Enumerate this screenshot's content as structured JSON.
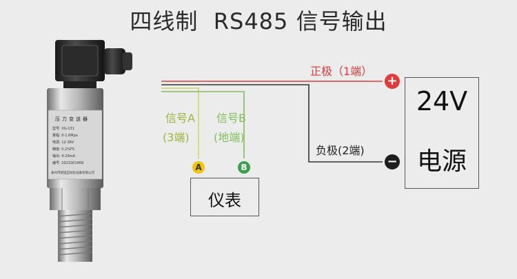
{
  "title": "四线制  RS485 信号输出",
  "wiring": {
    "positive_label": "正极（1端）",
    "negative_label": "负极(2端)",
    "signal_a_label": "信号A",
    "signal_a_terminal": "(3端)",
    "signal_b_label": "信号B",
    "signal_b_terminal": "(地端)",
    "positive_symbol": "+",
    "negative_symbol": "−",
    "a_marker": "A",
    "b_marker": "B"
  },
  "power_supply": {
    "voltage": "24V",
    "name": "电源"
  },
  "instrument": {
    "name": "仪表"
  },
  "transmitter": {
    "name": "压力变送器",
    "specs": [
      "型号: XG-131",
      "量程: 0-1.6Mpa",
      "电源: 12-36V",
      "精度: 0.2%FS",
      "输出: 4-20mA",
      "编号: 2021001969"
    ],
    "maker": "泰州市智固自动化设备有限公司"
  },
  "colors": {
    "positive_wire": "#e23b3b",
    "negative_wire": "#333333",
    "signal_a_wire": "#c8d86a",
    "signal_b_wire": "#7fbf5a",
    "a_terminal": "#f2c600",
    "b_terminal": "#3aa04a"
  }
}
